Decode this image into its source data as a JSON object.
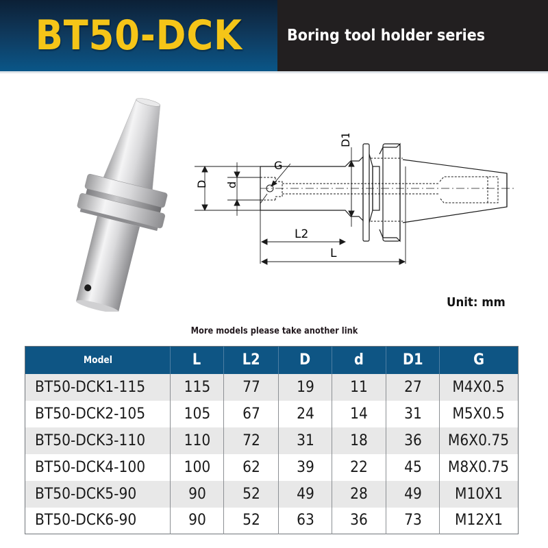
{
  "banner": {
    "title": "BT50-DCK",
    "subtitle": "Boring tool holder series",
    "colors": {
      "title": "#f5c518",
      "left_bg": "#0f3a5e",
      "right_bg": "#221f20"
    }
  },
  "drawing": {
    "labels": {
      "D": "D",
      "d": "d",
      "G": "G",
      "L2": "L2",
      "L": "L",
      "D1": "D1"
    }
  },
  "unit_label": "Unit: mm",
  "note": "More models please take another link",
  "table": {
    "header_color": "#0e5584",
    "columns": [
      "Model",
      "L",
      "L2",
      "D",
      "d",
      "D1",
      "G"
    ],
    "rows": [
      [
        "BT50-DCK1-115",
        "115",
        "77",
        "19",
        "11",
        "27",
        "M4X0.5"
      ],
      [
        "BT50-DCK2-105",
        "105",
        "67",
        "24",
        "14",
        "31",
        "M5X0.5"
      ],
      [
        "BT50-DCK3-110",
        "110",
        "72",
        "31",
        "18",
        "36",
        "M6X0.75"
      ],
      [
        "BT50-DCK4-100",
        "100",
        "62",
        "39",
        "22",
        "45",
        "M8X0.75"
      ],
      [
        "BT50-DCK5-90",
        "90",
        "52",
        "49",
        "28",
        "49",
        "M10X1"
      ],
      [
        "BT50-DCK6-90",
        "90",
        "52",
        "63",
        "36",
        "73",
        "M12X1"
      ]
    ]
  }
}
